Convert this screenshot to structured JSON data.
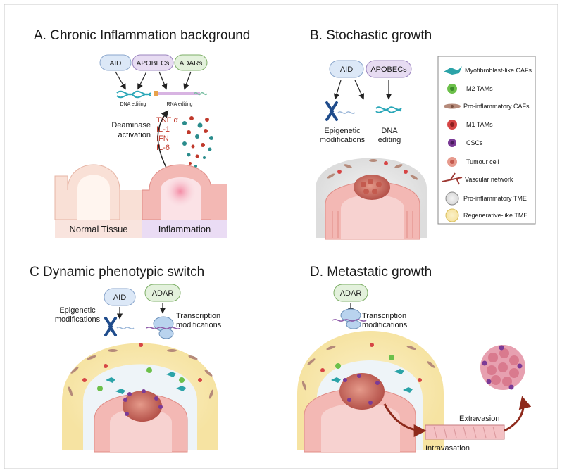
{
  "panels": {
    "a": {
      "title": "A. Chronic Inflammation background",
      "enzymes": [
        "AID",
        "APOBECs",
        "ADARs"
      ],
      "dna_editing": "DNA editing",
      "rna_editing": "RNA editing",
      "cytokines": [
        "TNF α",
        "IL-1",
        "IFN",
        "IL-6"
      ],
      "deaminase": [
        "Deaminase",
        "activation"
      ],
      "normal_tissue": "Normal Tissue",
      "inflammation": "Inflammation"
    },
    "b": {
      "title": "B. Stochastic growth",
      "enzymes": [
        "AID",
        "APOBECs"
      ],
      "epigenetic": [
        "Epigenetic",
        "modifications"
      ],
      "dna_editing": [
        "DNA",
        "editing"
      ]
    },
    "c": {
      "title": "C Dynamic phenotypic switch",
      "enzymes": [
        "AID",
        "ADAR"
      ],
      "epigenetic": [
        "Epigenetic",
        "modifications"
      ],
      "transcription": [
        "Transcription",
        "modifications"
      ]
    },
    "d": {
      "title": "D. Metastatic growth",
      "enzyme": "ADAR",
      "transcription": [
        "Transcription",
        "modifications"
      ],
      "extravasation": "Extravasion",
      "intravasation": "Intravasation"
    }
  },
  "legend": {
    "items": [
      {
        "label": "Myofibroblast-like CAFs",
        "icon": "myofibroblast-caf-icon"
      },
      {
        "label": "M2 TAMs",
        "icon": "m2-tam-icon"
      },
      {
        "label": "Pro-inflammatory CAFs",
        "icon": "proinflammatory-caf-icon"
      },
      {
        "label": "M1 TAMs",
        "icon": "m1-tam-icon"
      },
      {
        "label": "CSCs",
        "icon": "csc-icon"
      },
      {
        "label": "Tumour cell",
        "icon": "tumour-cell-icon"
      },
      {
        "label": "Vascular network",
        "icon": "vascular-network-icon"
      },
      {
        "label": "Pro-inflammatory TME",
        "icon": "proinflammatory-tme-icon"
      },
      {
        "label": "Regenerative-like TME",
        "icon": "regenerative-tme-icon"
      }
    ]
  },
  "colors": {
    "enzyme_blue": "#dce8f7",
    "enzyme_purple": "#e7dcf2",
    "enzyme_green": "#e3f1dc",
    "tissue_pink": "#f5c9c4",
    "lumen_lavender": "#eadcf4",
    "tme_yellow": "#f8e9b6",
    "tme_gray": "#e4e4e4",
    "cytokine_red": "#c0392b",
    "arrow_red": "#9c2a1f"
  }
}
